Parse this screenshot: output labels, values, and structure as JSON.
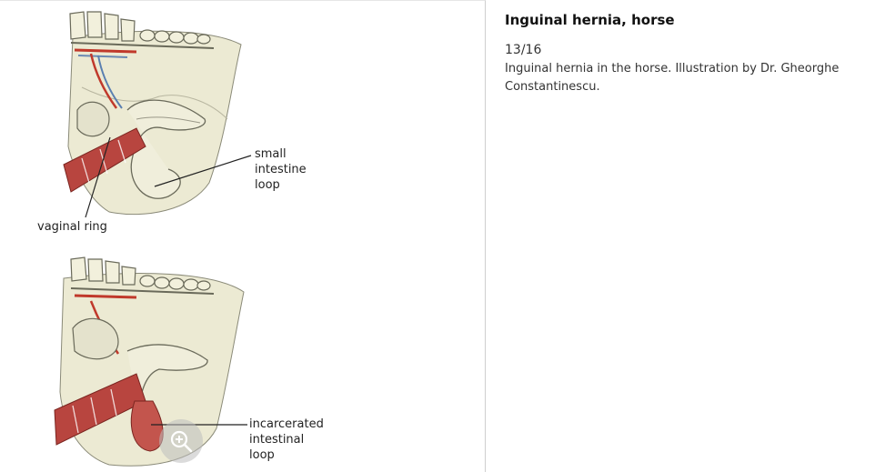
{
  "image": {
    "callouts": {
      "small_intestine_1": "small",
      "small_intestine_2": "intestine",
      "small_intestine_3": "loop",
      "vaginal_ring": "vaginal ring",
      "incarcerated_1": "incarcerated",
      "incarcerated_2": "intestinal",
      "incarcerated_3": "loop"
    },
    "zoom_icon": "zoom-in-icon"
  },
  "info": {
    "title": "Inguinal hernia, horse",
    "counter": "13/16",
    "caption": "Inguinal hernia in the horse. Illustration by Dr. Gheorghe Constantinescu."
  },
  "colors": {
    "muscle": "#b8453f",
    "tissue": "#e9e6cc",
    "outline": "#6a6a5a",
    "divider": "#cfcfcf"
  }
}
